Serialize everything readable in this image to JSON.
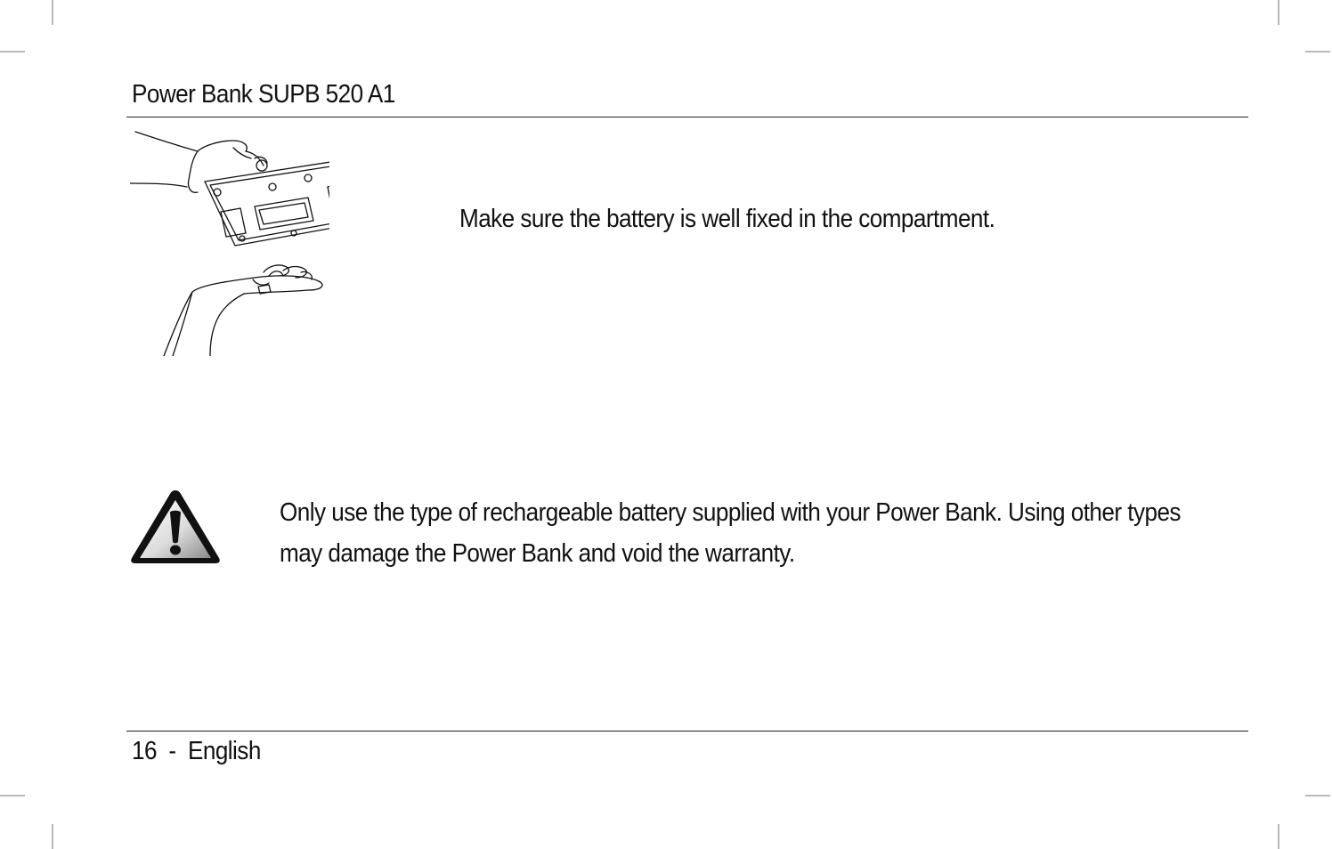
{
  "header": {
    "title": "Power Bank SUPB 520 A1"
  },
  "figure": {
    "icon": "hands-inserting-battery-illustration",
    "caption": "Make sure the battery is well fixed in the compartment."
  },
  "warning": {
    "icon": "warning-triangle-icon",
    "text": "Only use the type of rechargeable battery supplied with your Power Bank. Using other types may damage the Power Bank and void the warranty."
  },
  "footer": {
    "page_number": "16",
    "separator": "-",
    "language": "English"
  },
  "colors": {
    "text": "#111111",
    "rule": "#222222",
    "crop_marks": "#b9b9b9"
  }
}
